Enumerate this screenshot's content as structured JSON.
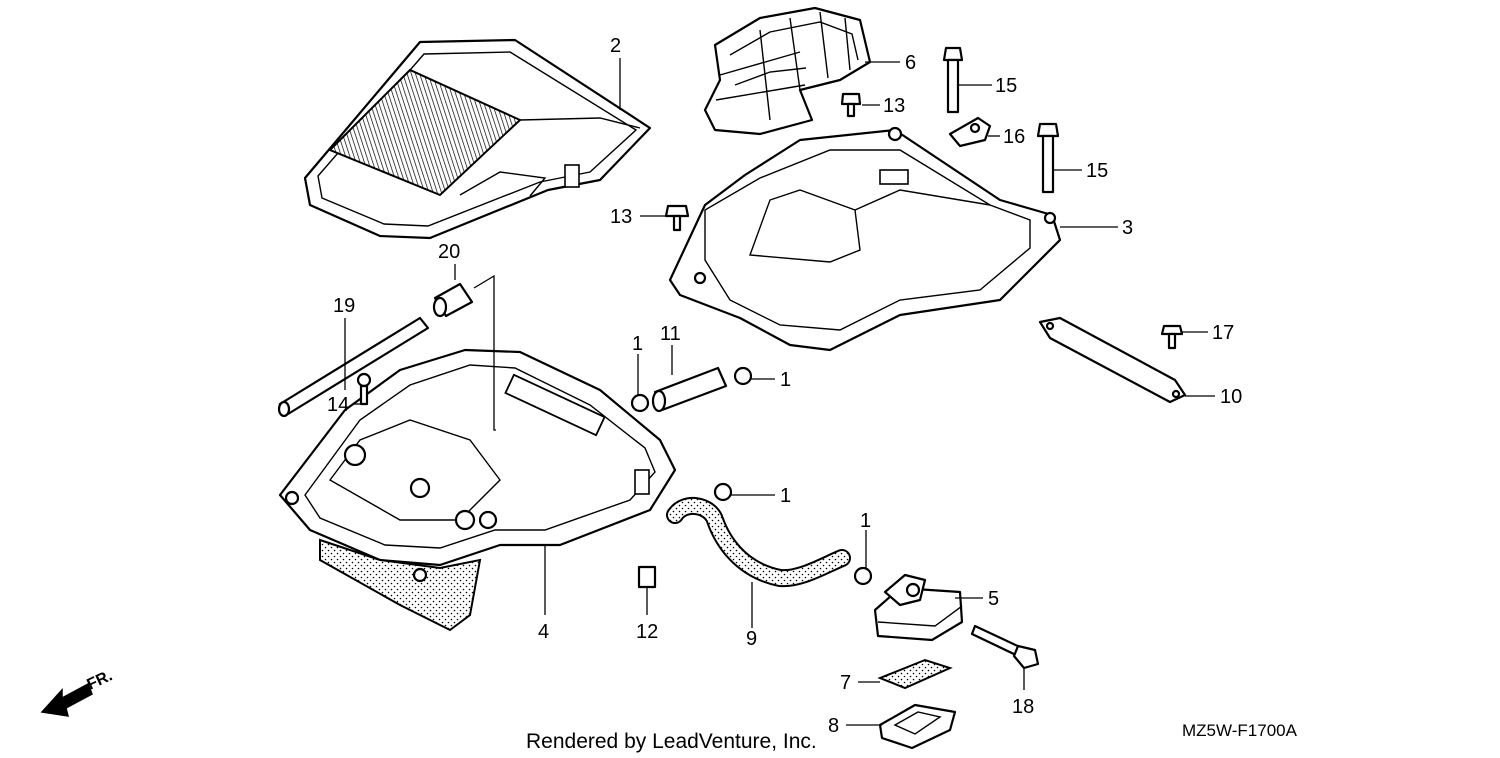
{
  "diagram": {
    "drawing_code": "MZ5W-F1700A",
    "credit": "Rendered by LeadVenture, Inc.",
    "direction_label": "FR.",
    "callouts": {
      "c2": "2",
      "c6": "6",
      "c15a": "15",
      "c13a": "13",
      "c16": "16",
      "c15b": "15",
      "c13b": "13",
      "c3": "3",
      "c20": "20",
      "c19": "19",
      "c11": "11",
      "c1a": "1",
      "c1b": "1",
      "c17": "17",
      "c14": "14",
      "c10": "10",
      "c1c": "1",
      "c1d": "1",
      "c5": "5",
      "c4": "4",
      "c12": "12",
      "c9": "9",
      "c7": "7",
      "c18": "18",
      "c8": "8"
    }
  }
}
